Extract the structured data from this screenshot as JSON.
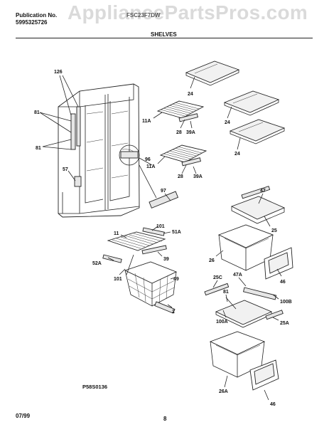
{
  "header": {
    "publication_label": "Publication No.",
    "publication_number": "5995325726",
    "model": "FSC23F7DW"
  },
  "watermark": "AppliancePartsPros.com",
  "section_title": "SHELVES",
  "diagram": {
    "labels": {
      "l126": "126",
      "l81a": "81",
      "l81b": "81",
      "l57": "57",
      "l96": "96",
      "l97": "97",
      "l24a": "24",
      "l24b": "24",
      "l24c": "24",
      "l11a1": "11A",
      "l28a": "28",
      "l39a1": "39A",
      "l11a2": "11A",
      "l28b": "28",
      "l39a2": "39A",
      "l47": "47",
      "l25": "25",
      "l26": "26",
      "l46a": "46",
      "l11": "11",
      "l101a": "101",
      "l51a": "51A",
      "l39": "39",
      "l52a": "52A",
      "l101b": "101",
      "l49": "49",
      "l2": "2",
      "l25c": "25C",
      "l47a": "47A",
      "l81c": "81",
      "l100b": "100B",
      "l100a": "100A",
      "l25a": "25A",
      "l26a": "26A",
      "l46b": "46"
    },
    "drawing_number": "P58S0136"
  },
  "footer": {
    "date": "07/99",
    "page": "8"
  }
}
